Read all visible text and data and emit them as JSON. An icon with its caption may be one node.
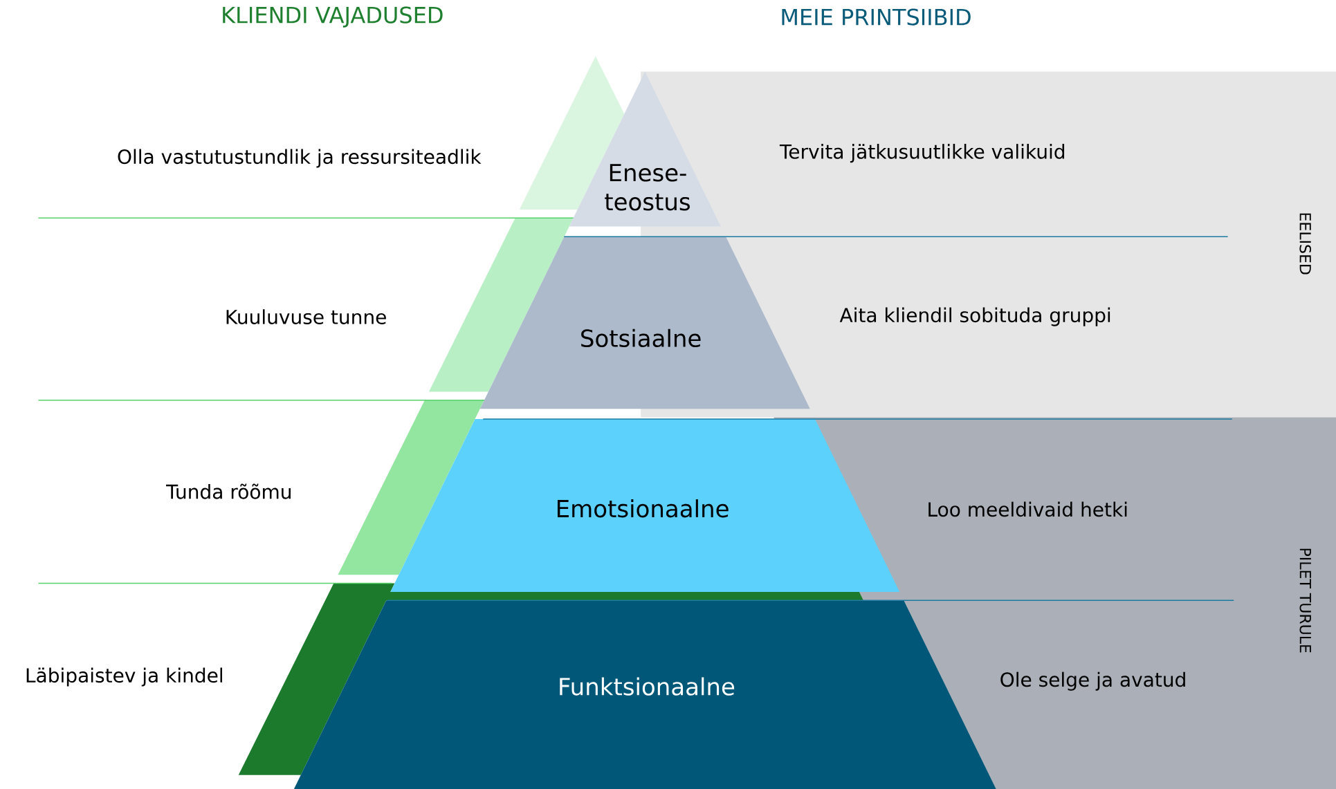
{
  "diagram": {
    "nodes": [
      {
        "text": [
          "Enese- teostus"
        ]
      },
      {
        "text": [
          "Sotsiaalne"
        ]
      },
      {
        "text": [
          "Emotsionaalne"
        ]
      },
      {
        "text": [
          "Funktsionaalne"
        ]
      },
      {
        "text": [],
        "shape": "triangle"
      },
      {
        "text": [],
        "shape": "band"
      },
      {
        "text": [],
        "shape": "band"
      },
      {
        "text": [],
        "shape": "band"
      }
    ],
    "labels": [
      "KLIENDI VAJADUSED",
      "MEIE PRINTSIIBID",
      "Olla vastutustundlik ja ressursiteadlik",
      "Tervita jätkusuutlikke valikuid",
      "EELISED",
      "Kuuluvuse tunne",
      "Aita kliendil sobituda gruppi",
      "Tunda rõõmu",
      "Loo meeldivaid hetki",
      "PILET TURULE",
      "Läbipaistev ja kindel",
      "Ole selge ja avatud"
    ]
  }
}
